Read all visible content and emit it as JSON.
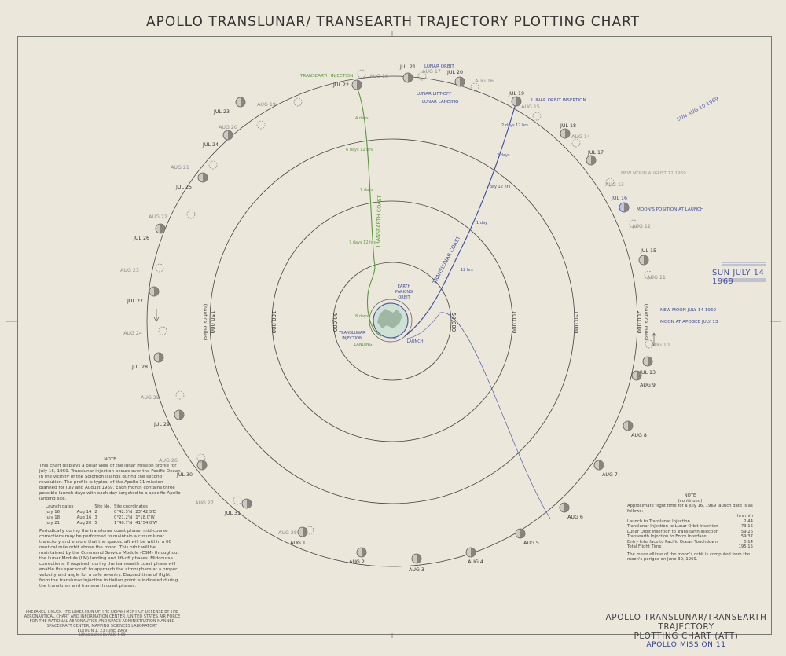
{
  "title": "APOLLO TRANSLUNAR/ TRANSEARTH TRAJECTORY PLOTTING CHART",
  "colors": {
    "paper": "#ebe7da",
    "green": "#5a9a3c",
    "blue": "#3a4ba0",
    "ink": "#333333"
  },
  "center_labels": {
    "earth": "EARTH",
    "parking": "PARKING",
    "orbit": "ORBIT",
    "translunar": "TRANSLUNAR",
    "injection": "INJECTION",
    "landing": "LANDING",
    "launch": "LAUNCH"
  },
  "radius_labels": {
    "r50k": "50,000",
    "r100k": "100,000",
    "r150k": "150,000",
    "r200k": "200,000",
    "nautical": "(nautical miles)",
    "l50k": "50,000",
    "l100k": "100,000",
    "l150k": "150,000",
    "lnautical": "(nautical miles)"
  },
  "coast_labels": {
    "transearth": "TRANSEARTH COAST",
    "translunar": "TRANSLUNAR COAST"
  },
  "moon_positions": [
    {
      "label": "JUL 13",
      "c": "dark"
    },
    {
      "label": "AUG 9",
      "c": "dark"
    },
    {
      "label": "AUG 8",
      "c": "dark"
    },
    {
      "label": "AUG 7",
      "c": "dark"
    },
    {
      "label": "AUG 6",
      "c": "dark"
    },
    {
      "label": "AUG 5",
      "c": "dark"
    },
    {
      "label": "AUG 4",
      "c": "dark"
    },
    {
      "label": "AUG 3",
      "c": "dark"
    },
    {
      "label": "AUG 2",
      "c": "dark"
    },
    {
      "label": "AUG 1",
      "c": "dark"
    },
    {
      "label": "JUL 31",
      "c": "dark"
    },
    {
      "label": "JUL 30",
      "c": "dark"
    },
    {
      "label": "JUL 29",
      "c": "dark"
    },
    {
      "label": "JUL 28",
      "c": "dark"
    },
    {
      "label": "JUL 27",
      "c": "dark"
    },
    {
      "label": "JUL 26",
      "c": "dark"
    },
    {
      "label": "JUL 25",
      "c": "dark"
    },
    {
      "label": "JUL 24",
      "c": "dark"
    },
    {
      "label": "JUL 23",
      "c": "dark"
    },
    {
      "label": "JUL 22",
      "c": "dark"
    },
    {
      "label": "JUL 21",
      "c": "dark"
    },
    {
      "label": "JUL 20",
      "c": "dark"
    },
    {
      "label": "JUL 19",
      "c": "dark"
    },
    {
      "label": "JUL 18",
      "c": "dark"
    },
    {
      "label": "JUL 17",
      "c": "dark"
    },
    {
      "label": "JUL 16",
      "c": "blue"
    },
    {
      "label": "JUL 15",
      "c": "dark"
    }
  ],
  "dashed_positions": [
    "AUG 10",
    "AUG 28",
    "AUG 27",
    "AUG 26",
    "AUG 25",
    "AUG 24",
    "AUG 23",
    "AUG 22",
    "AUG 21",
    "AUG 20",
    "AUG 19",
    "AUG 18",
    "AUG 17",
    "AUG 16",
    "AUG 15",
    "AUG 14",
    "AUG 13",
    "AUG 12",
    "AUG 11"
  ],
  "annotations": {
    "transearth_injection": "TRANSEARTH INJECTION",
    "lunar_orbit": "LUNAR ORBIT",
    "lunar_liftoff": "LUNAR LIFT-OFF",
    "lunar_landing": "LUNAR LANDING",
    "lunar_orbit_insertion": "LUNAR ORBIT INSERTION",
    "new_moon_aug": "NEW MOON AUGUST 12 1969",
    "moons_position": "MOON'S POSITION AT LAUNCH",
    "new_moon_jul": "NEW MOON JULY 14 1969",
    "moon_apogee": "MOON AT APOGEE JULY 13"
  },
  "time_marks": {
    "green": [
      "4 days",
      "6 days 12 hrs",
      "7 days",
      "7 days 12 hrs",
      "8 days"
    ],
    "blue": [
      "2 days 12 hrs",
      "2 days",
      "1 day 12 hrs",
      "1 day",
      "12 hrs"
    ]
  },
  "stamp_date": "SUN JULY 14 1969",
  "stamp_receipt": "SUN AUG 10 1969",
  "note_left": {
    "heading": "NOTE",
    "p1": "This chart displays a polar view of the lunar mission profile for July 16, 1969. Translunar injection occurs over the Pacific Ocean in the vicinity of the Solomon Islands during the second revolution. The profile is typical of the Apollo 11 mission planned for July and August 1969. Each month contains three possible launch days with each day targeted to a specific Apollo landing site.",
    "table_head": [
      "Launch dates",
      "Site No.",
      "Site coordinates"
    ],
    "table_rows": [
      [
        "July 16",
        "Aug 14",
        "2",
        "0°42.5'N",
        "23°42.5'E"
      ],
      [
        "July 18",
        "Aug 16",
        "3",
        "0°21.2'N",
        "1°18.0'W"
      ],
      [
        "July 21",
        "Aug 20",
        "5",
        "1°40.7'N",
        "41°54.0'W"
      ]
    ],
    "p2": "Periodically during the translunar coast phase, mid-course corrections may be performed to maintain a circumlunar trajectory and ensure that the spacecraft will be within a 60 nautical mile orbit above the moon. This orbit will be maintained by the Command Service Module (CSM) throughout the Lunar Module (LM) landing and lift-off phases. Midcourse corrections, if required, during the transearth coast phase will enable the spacecraft to approach the atmosphere at a proper velocity and angle for a safe re-entry. Elapsed time of flight from the translunar injection initiation point is indicated during the translunar and transearth coast phases."
  },
  "note_right": {
    "heading": "NOTE",
    "sub": "(continued)",
    "intro": "Approximate flight time for a July 16, 1969 launch date is as follows:",
    "units": "hrs  min",
    "rows": [
      {
        "label": "Launch to Translunar Injection",
        "val": "2  44"
      },
      {
        "label": "Translunar Injection to Lunar Orbit Insertion",
        "val": "73  16"
      },
      {
        "label": "Lunar Orbit Insertion to Transearth Injection",
        "val": "59  26"
      },
      {
        "label": "Transearth Injection to Entry Interface",
        "val": "59  37"
      },
      {
        "label": "Entry Interface to Pacific Ocean Touchdown",
        "val": "0  14"
      },
      {
        "label": "Total Flight Time",
        "val": "195  15"
      }
    ],
    "footer": "The mean ellipse of the moon's orbit is computed from the moon's perigee on June 30, 1969."
  },
  "prepared": {
    "text": "PREPARED UNDER THE DIRECTION OF THE DEPARTMENT OF DEFENSE BY THE AERONAUTICAL CHART AND INFORMATION CENTER, UNITED STATES AIR FORCE FOR THE NATIONAL AERONAUTICS AND SPACE ADMINISTRATION MANNED SPACECRAFT CENTER, MAPPING SCIENCES LABORATORY",
    "edition": "EDITION 1, 23 JUNE 1969",
    "litho": "Lithographed by ACIC 6-69"
  },
  "bottom_title": {
    "line1": "APOLLO TRANSLUNAR/TRANSEARTH TRAJECTORY",
    "line2": "PLOTTING CHART (ATT)",
    "line3": "APOLLO MISSION 11"
  }
}
